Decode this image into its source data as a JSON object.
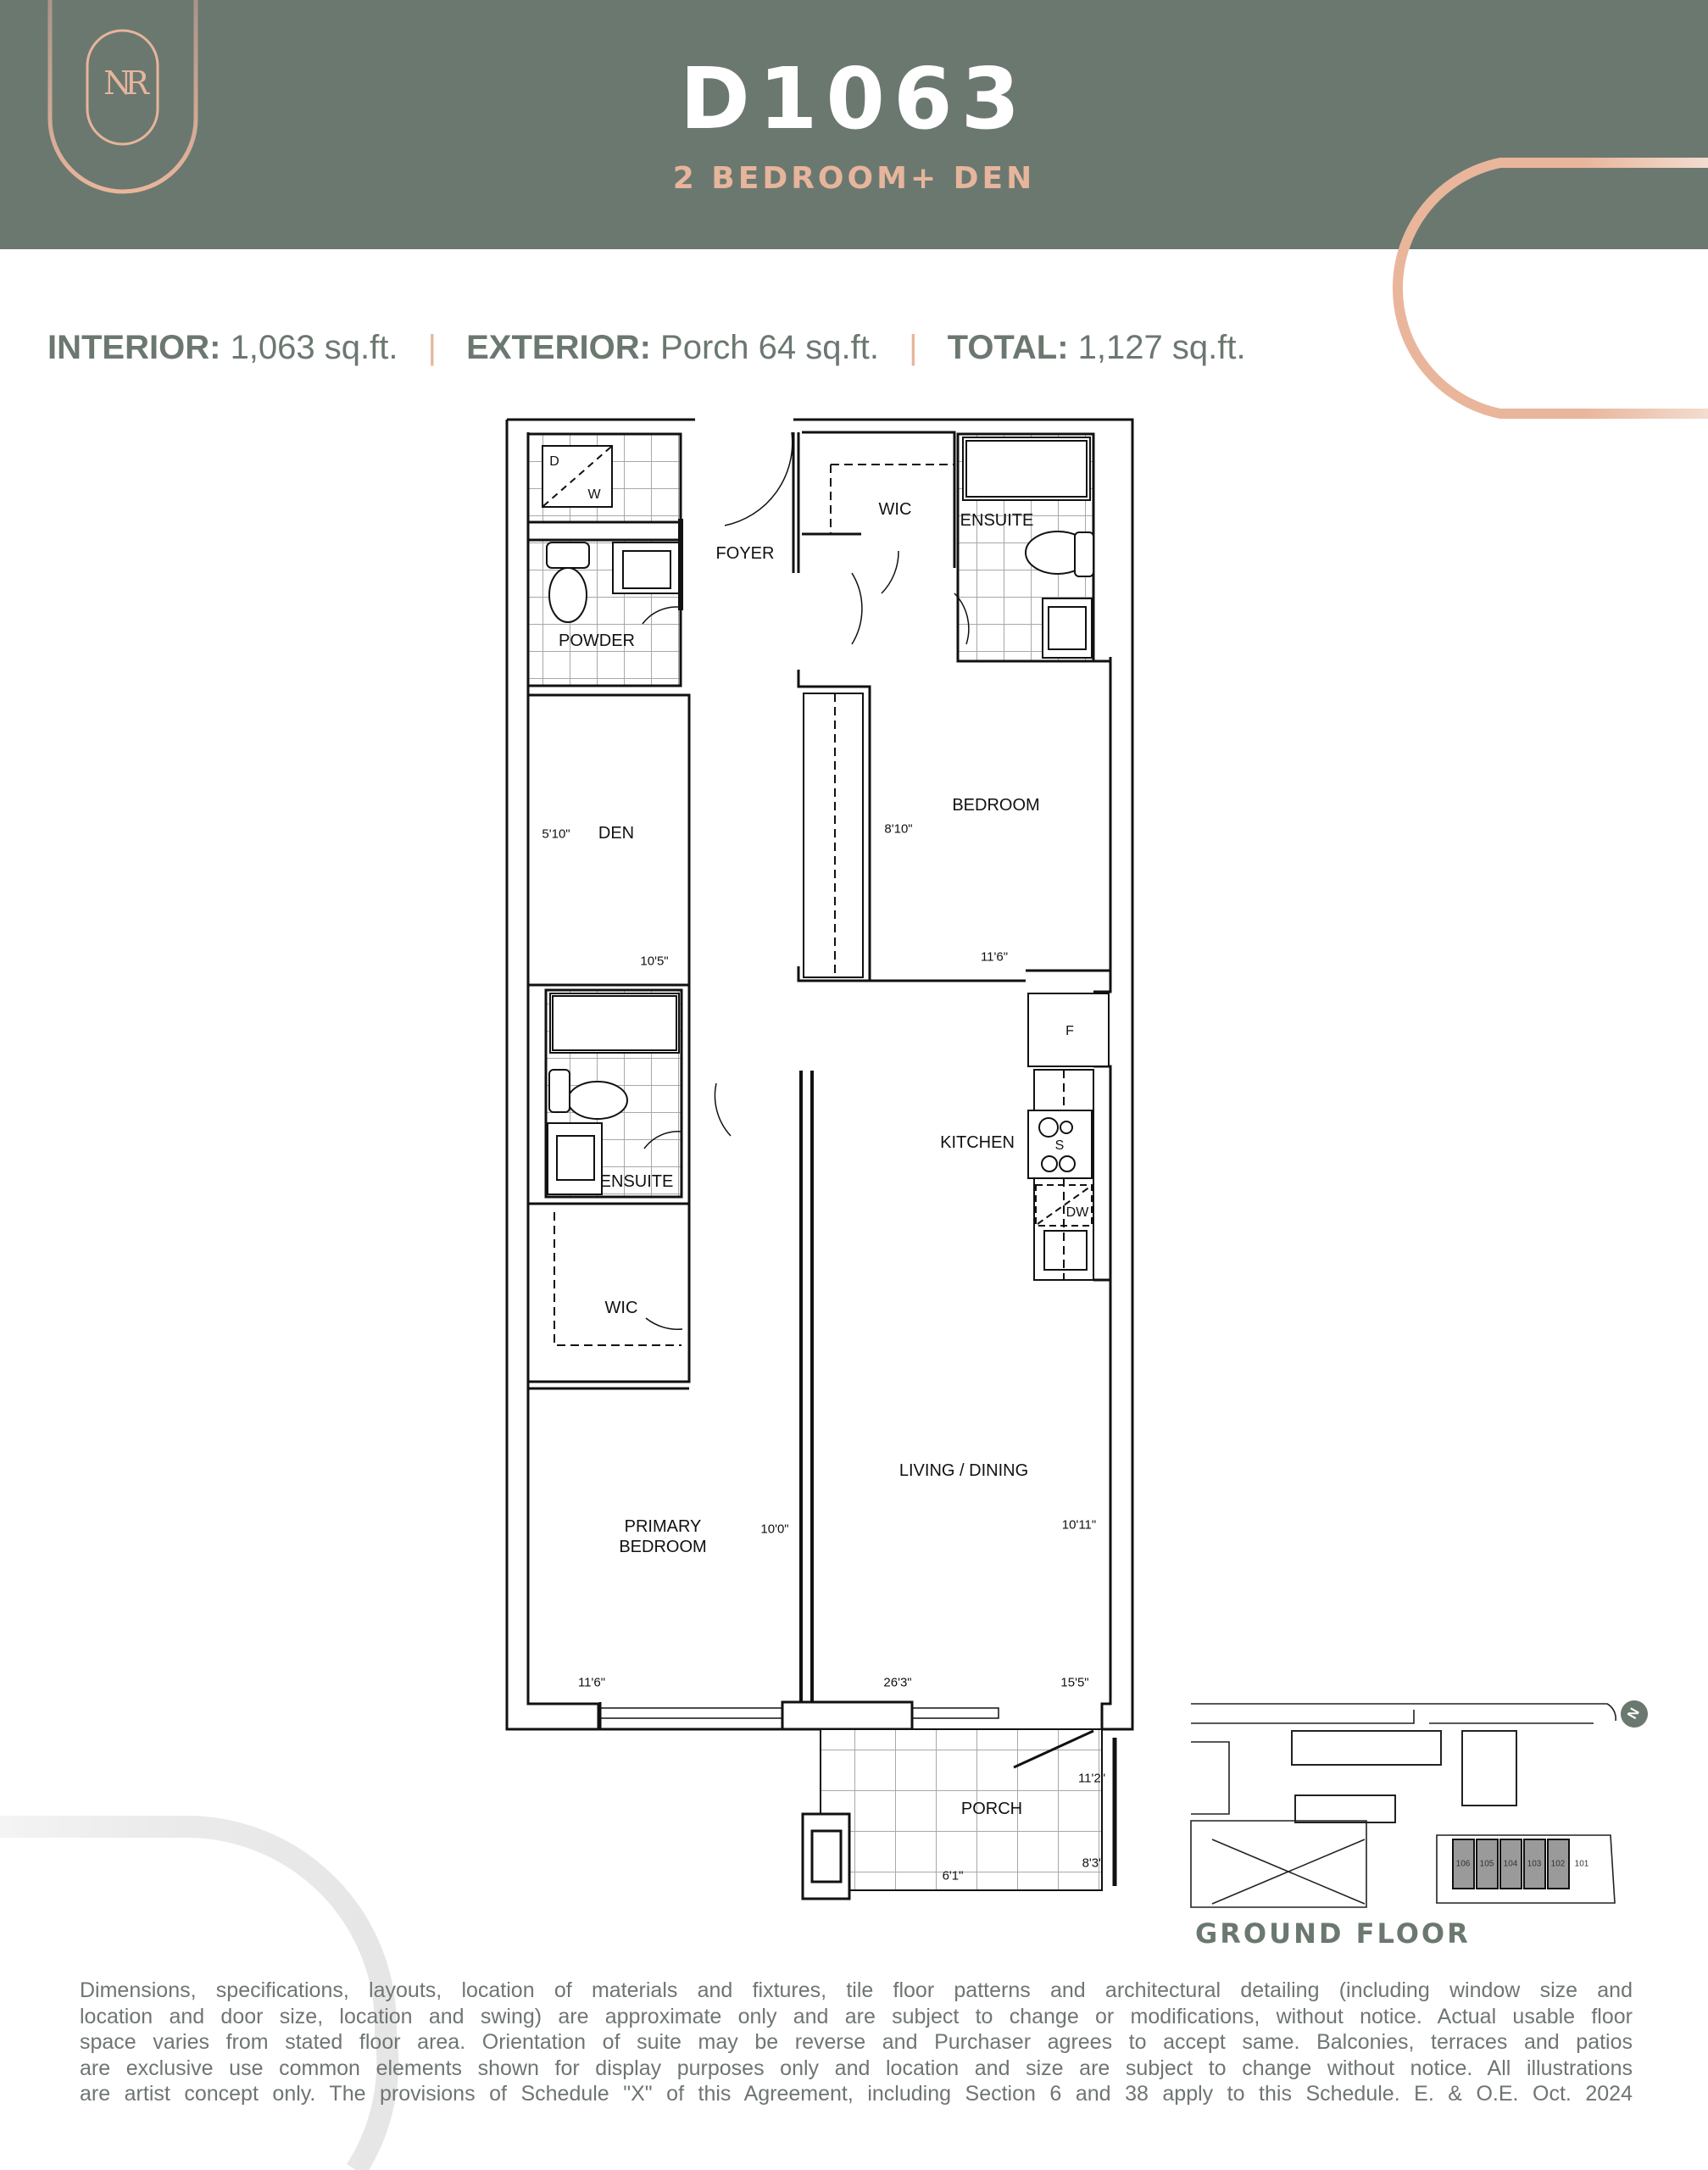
{
  "header": {
    "logo_monogram": "NR",
    "unit_name": "D1063",
    "unit_type": "2 BEDROOM+ DEN",
    "background_color": "#6b7870",
    "accent_color": "#e6b59b"
  },
  "areas": {
    "interior_label": "INTERIOR:",
    "interior_value": "1,063 sq.ft.",
    "exterior_label": "EXTERIOR:",
    "exterior_value": "Porch 64 sq.ft.",
    "total_label": "TOTAL:",
    "total_value": "1,127 sq.ft."
  },
  "floor_plan": {
    "rooms": [
      {
        "id": "foyer",
        "label": "FOYER"
      },
      {
        "id": "powder",
        "label": "POWDER"
      },
      {
        "id": "wic_1",
        "label": "WIC"
      },
      {
        "id": "ensuite_1",
        "label": "ENSUITE"
      },
      {
        "id": "den",
        "label": "DEN"
      },
      {
        "id": "bedroom",
        "label": "BEDROOM"
      },
      {
        "id": "ensuite_2",
        "label": "ENSUITE"
      },
      {
        "id": "kitchen",
        "label": "KITCHEN"
      },
      {
        "id": "wic_2",
        "label": "WIC"
      },
      {
        "id": "living_dining",
        "label": "LIVING / DINING"
      },
      {
        "id": "primary_bedroom_l1",
        "label": "PRIMARY"
      },
      {
        "id": "primary_bedroom_l2",
        "label": "BEDROOM"
      },
      {
        "id": "porch",
        "label": "PORCH"
      }
    ],
    "fixtures": {
      "dryer": "D",
      "washer": "W",
      "fridge": "F",
      "stove": "S",
      "dishwasher": "DW"
    },
    "dimensions": {
      "den_width": "5'10\"",
      "den_length": "10'5\"",
      "bedroom_width": "8'10\"",
      "bedroom_length": "11'6\"",
      "primary_width": "10'0\"",
      "primary_length": "11'6\"",
      "living_width": "10'11\"",
      "living_length": "26'3\"",
      "kitchen_length": "15'5\"",
      "porch_width_1": "11'2\"",
      "porch_width_2": "8'3\"",
      "porch_length": "6'1\""
    }
  },
  "key_plan": {
    "title": "GROUND FLOOR",
    "units": [
      "106",
      "105",
      "104",
      "103",
      "102",
      "101"
    ],
    "highlight_color": "#9a9a9a",
    "compass": "N"
  },
  "disclaimer": {
    "lines": [
      "Dimensions, specifications, layouts, location of materials and fixtures, tile floor patterns and architectural detailing (including window size and",
      "location and door size, location and swing) are approximate only and are subject to change or modifications, without notice. Actual usable floor",
      "space varies from stated floor area. Orientation of suite may be reverse and Purchaser agrees to accept same. Balconies, terraces and patios",
      "are exclusive use common elements shown for display purposes only and location and size are subject to change without notice. All illustrations",
      "are artist concept only. The provisions of Schedule \"X\" of this Agreement, including Section 6 and 38 apply to this Schedule. E. & O.E. Oct. 2024"
    ]
  }
}
